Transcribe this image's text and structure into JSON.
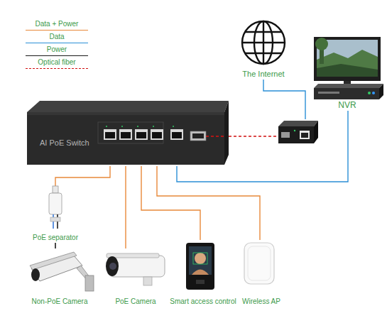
{
  "diagram": {
    "nodes": [
      {
        "text": [
          "The Internet"
        ]
      },
      {
        "text": [
          "NVR"
        ]
      },
      {
        "text": [
          "AI PoE Switch"
        ]
      },
      {
        "text": []
      },
      {
        "text": [
          "PoE separator"
        ]
      },
      {
        "text": [
          "Non-PoE Camera"
        ]
      },
      {
        "text": [
          "PoE Camera"
        ]
      },
      {
        "text": [
          "Smart access control"
        ]
      },
      {
        "text": [
          "Wireless AP"
        ]
      }
    ],
    "edges": [
      {
        "from": 2,
        "to": 3,
        "arrow": "none"
      },
      {
        "from": 3,
        "to": 0,
        "arrow": "none"
      },
      {
        "from": 2,
        "to": 1,
        "arrow": "none"
      },
      {
        "from": 2,
        "to": 4,
        "arrow": "none"
      },
      {
        "from": 4,
        "to": 5,
        "arrow": "none"
      },
      {
        "from": 2,
        "to": 6,
        "arrow": "none"
      },
      {
        "from": 2,
        "to": 7,
        "arrow": "none"
      },
      {
        "from": 2,
        "to": 8,
        "arrow": "none"
      }
    ],
    "legend": [
      {
        "text": "Data + Power"
      },
      {
        "text": "Data"
      },
      {
        "text": "Power"
      },
      {
        "text": "Optical fiber"
      }
    ]
  }
}
